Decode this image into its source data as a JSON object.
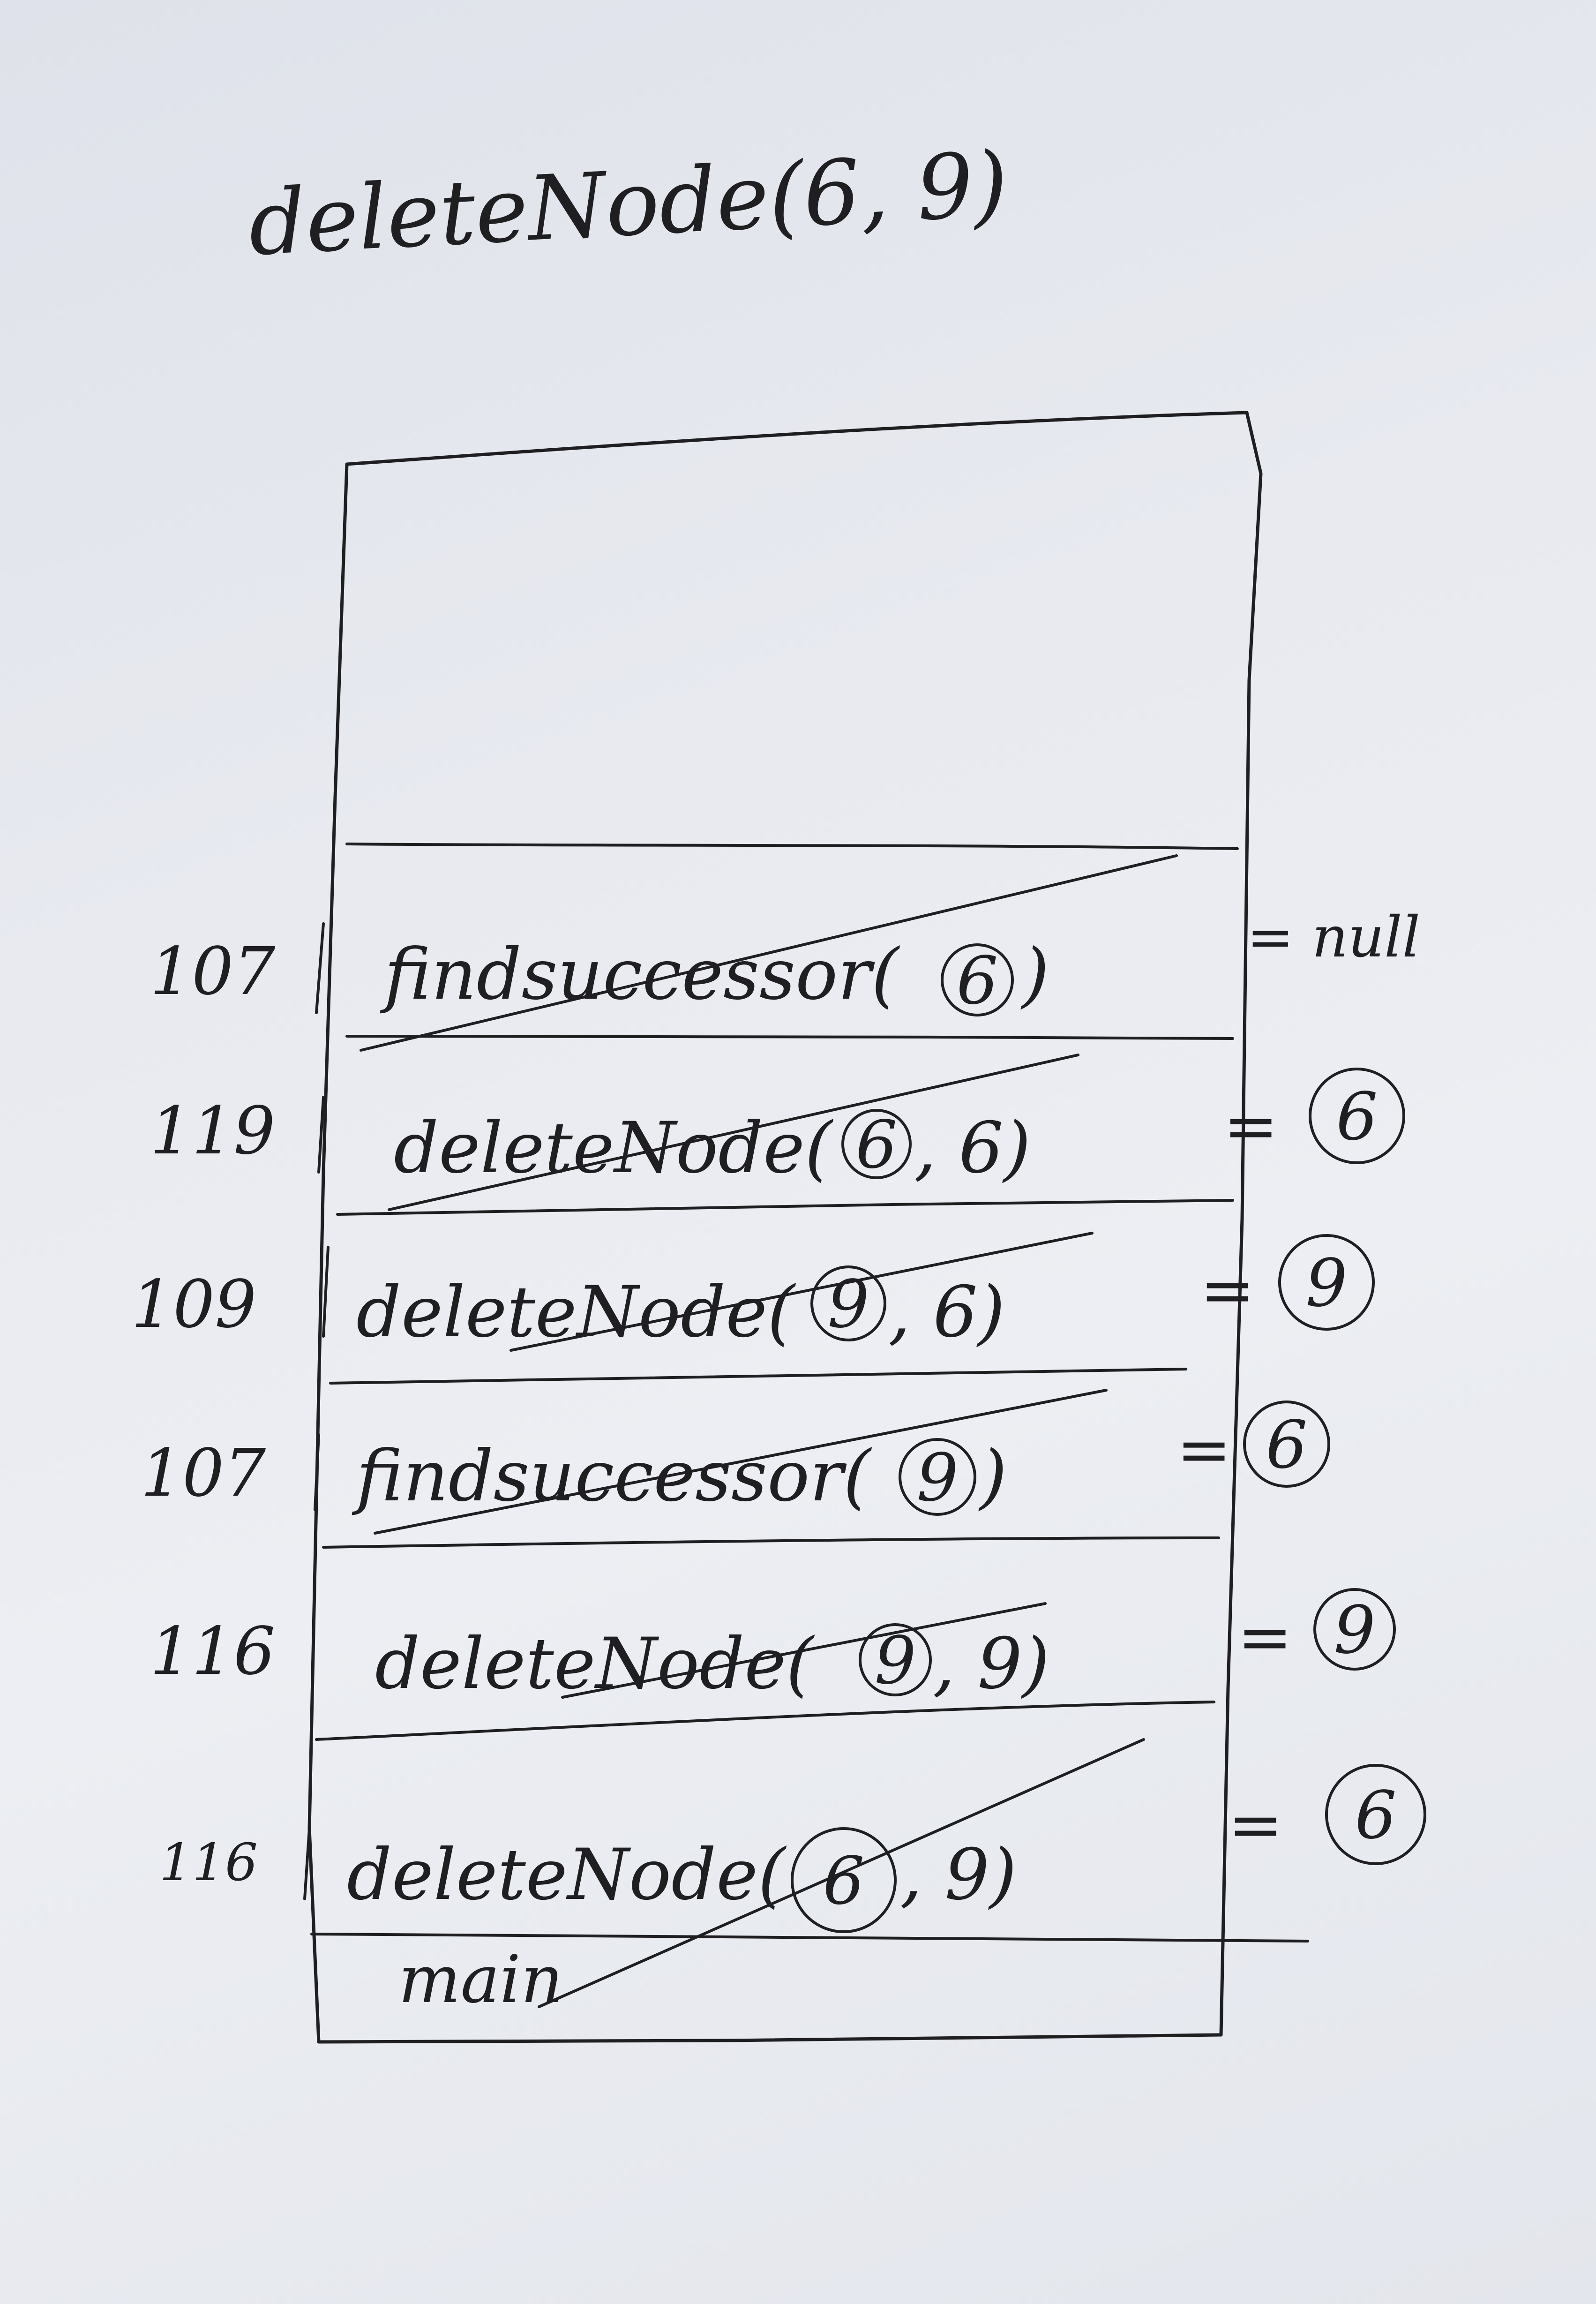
{
  "title": "deleteNode(6, 9)",
  "stack": {
    "frames": [
      {
        "line": "107",
        "call_prefix": "findsuccessor(",
        "circled_arg": "6",
        "call_suffix": ")",
        "result": "= null"
      },
      {
        "line": "119",
        "call_prefix": "deleteNode(",
        "circled_arg": "6",
        "call_suffix": ", 6)",
        "result_prefix": "=",
        "result_circled": "6"
      },
      {
        "line": "109",
        "call_prefix": "deleteNode(",
        "circled_arg": "9",
        "call_suffix": ", 6)",
        "result_prefix": "=",
        "result_circled": "9"
      },
      {
        "line": "107",
        "call_prefix": "findsuccessor(",
        "circled_arg": "9",
        "call_suffix": ")",
        "result_prefix": "=",
        "result_circled": "6"
      },
      {
        "line": "116",
        "call_prefix": "deleteNode(",
        "circled_arg": "9",
        "call_suffix": ", 9)",
        "result_prefix": "=",
        "result_circled": "9"
      },
      {
        "line": "116",
        "call_prefix": "deleteNode(",
        "circled_arg": "6",
        "call_suffix": ", 9)",
        "result_prefix": "=",
        "result_circled": "6"
      }
    ],
    "bottom_label": "main"
  }
}
